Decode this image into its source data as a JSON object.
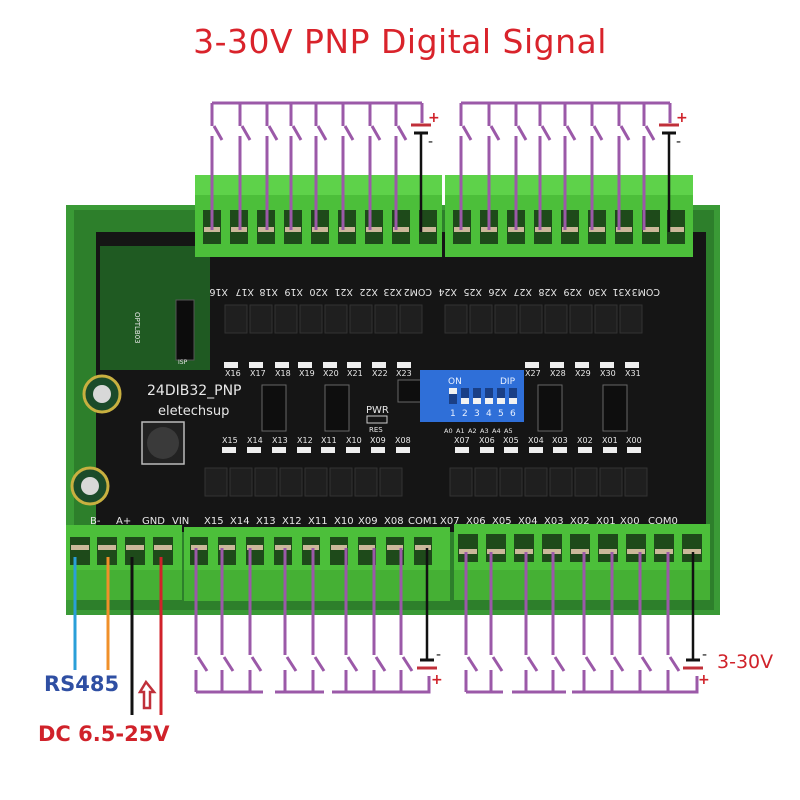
{
  "title": "3-30V PNP Digital Signal",
  "board": {
    "model": "24DIB32_PNP",
    "brand": "eletechsup",
    "pwr_label": "PWR",
    "res_label": "RES",
    "isp_label": "ISP",
    "module_label": "OPTLB03",
    "dip_switch": {
      "on_label": "ON",
      "dip_label": "DIP",
      "positions": [
        "1",
        "2",
        "3",
        "4",
        "5",
        "6"
      ],
      "address_labels": [
        "A0",
        "A1",
        "A2",
        "A3",
        "A4",
        "A5"
      ]
    },
    "top_terminal_labels": [
      "X16",
      "X17",
      "X18",
      "X19",
      "X20",
      "X21",
      "X22",
      "X23",
      "COM2",
      "X24",
      "X25",
      "X26",
      "X27",
      "X28",
      "X29",
      "X30",
      "X31",
      "COM3"
    ],
    "bottom_terminal_labels": [
      "B-",
      "A+",
      "GND",
      "VIN",
      "X15",
      "X14",
      "X13",
      "X12",
      "X11",
      "X10",
      "X09",
      "X08",
      "COM1",
      "X07",
      "X06",
      "X05",
      "X04",
      "X03",
      "X02",
      "X01",
      "X00",
      "COM0"
    ],
    "top_led_labels": [
      "X16",
      "X17",
      "X18",
      "X19",
      "X20",
      "X21",
      "X22",
      "X23",
      "X27",
      "X28",
      "X29",
      "X30",
      "X31"
    ],
    "bottom_led_labels": [
      "X15",
      "X14",
      "X13",
      "X12",
      "X11",
      "X10",
      "X09",
      "X08",
      "X07",
      "X06",
      "X05",
      "X04",
      "X03",
      "X02",
      "X01",
      "X00"
    ]
  },
  "annotations": {
    "rs485": "RS485",
    "dc_supply": "DC 6.5-25V",
    "signal_voltage": "3-30V",
    "plus": "+",
    "minus": "-"
  },
  "colors": {
    "title_red": "#d9232b",
    "wire_purple": "#9b59a8",
    "terminal_green": "#4cbf3a",
    "pcb_black": "#151515",
    "rs485_blue": "#2f4fa3",
    "wire_b_minus": "#2a9fd8",
    "wire_a_plus": "#f0902a",
    "wire_gnd": "#111111",
    "wire_vin": "#d0222a",
    "dip_blue": "#2f6fd8"
  }
}
